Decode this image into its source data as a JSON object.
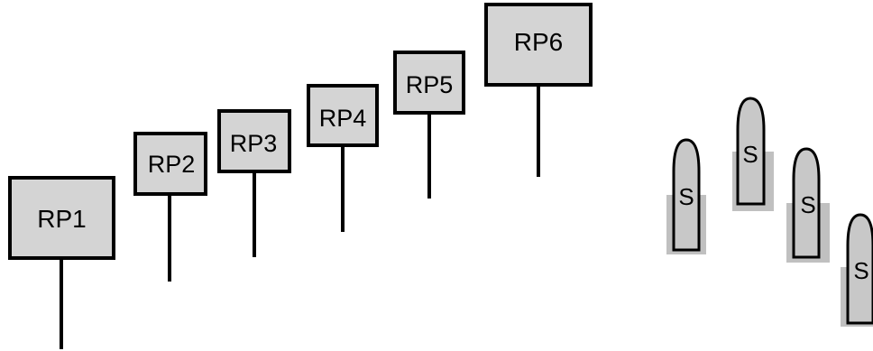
{
  "reference_points": [
    {
      "label": "RP1"
    },
    {
      "label": "RP2"
    },
    {
      "label": "RP3"
    },
    {
      "label": "RP4"
    },
    {
      "label": "RP5"
    },
    {
      "label": "RP6"
    }
  ],
  "markers": [
    {
      "label": "S"
    },
    {
      "label": "S"
    },
    {
      "label": "S"
    },
    {
      "label": "S"
    }
  ]
}
